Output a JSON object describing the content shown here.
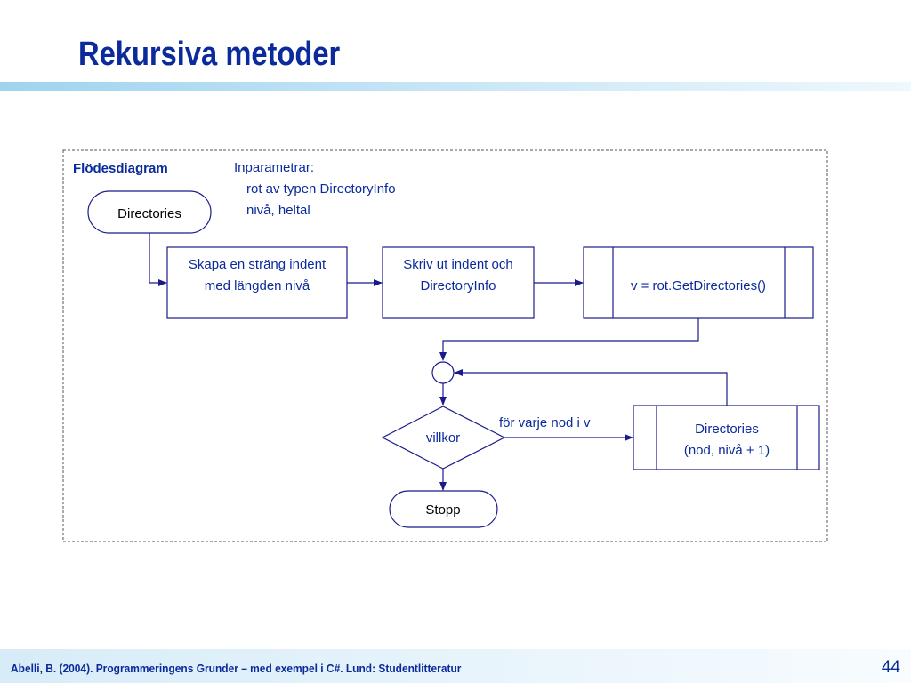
{
  "slide": {
    "title": "Rekursiva metoder",
    "footer": "Abelli, B. (2004). Programmeringens Grunder – med exempel i C#. Lund: Studentlitteratur",
    "page_number": "44"
  },
  "diagram": {
    "label": "Flödesdiagram",
    "params": {
      "heading": "Inparametrar:",
      "line1": "rot av typen DirectoryInfo",
      "line2": "nivå, heltal"
    },
    "start": "Directories",
    "step1": {
      "line1": "Skapa en sträng indent",
      "line2": "med längden nivå"
    },
    "step2": {
      "line1": "Skriv ut indent och",
      "line2": "DirectoryInfo"
    },
    "step3": "v = rot.GetDirectories()",
    "decision": "villkor",
    "loop_label": "för varje nod i v",
    "recursive": {
      "line1": "Directories",
      "line2": "(nod, nivå + 1)"
    },
    "stop": "Stopp",
    "colors": {
      "line": "#1a1a8c",
      "text_blue": "#0b2a9c"
    }
  }
}
